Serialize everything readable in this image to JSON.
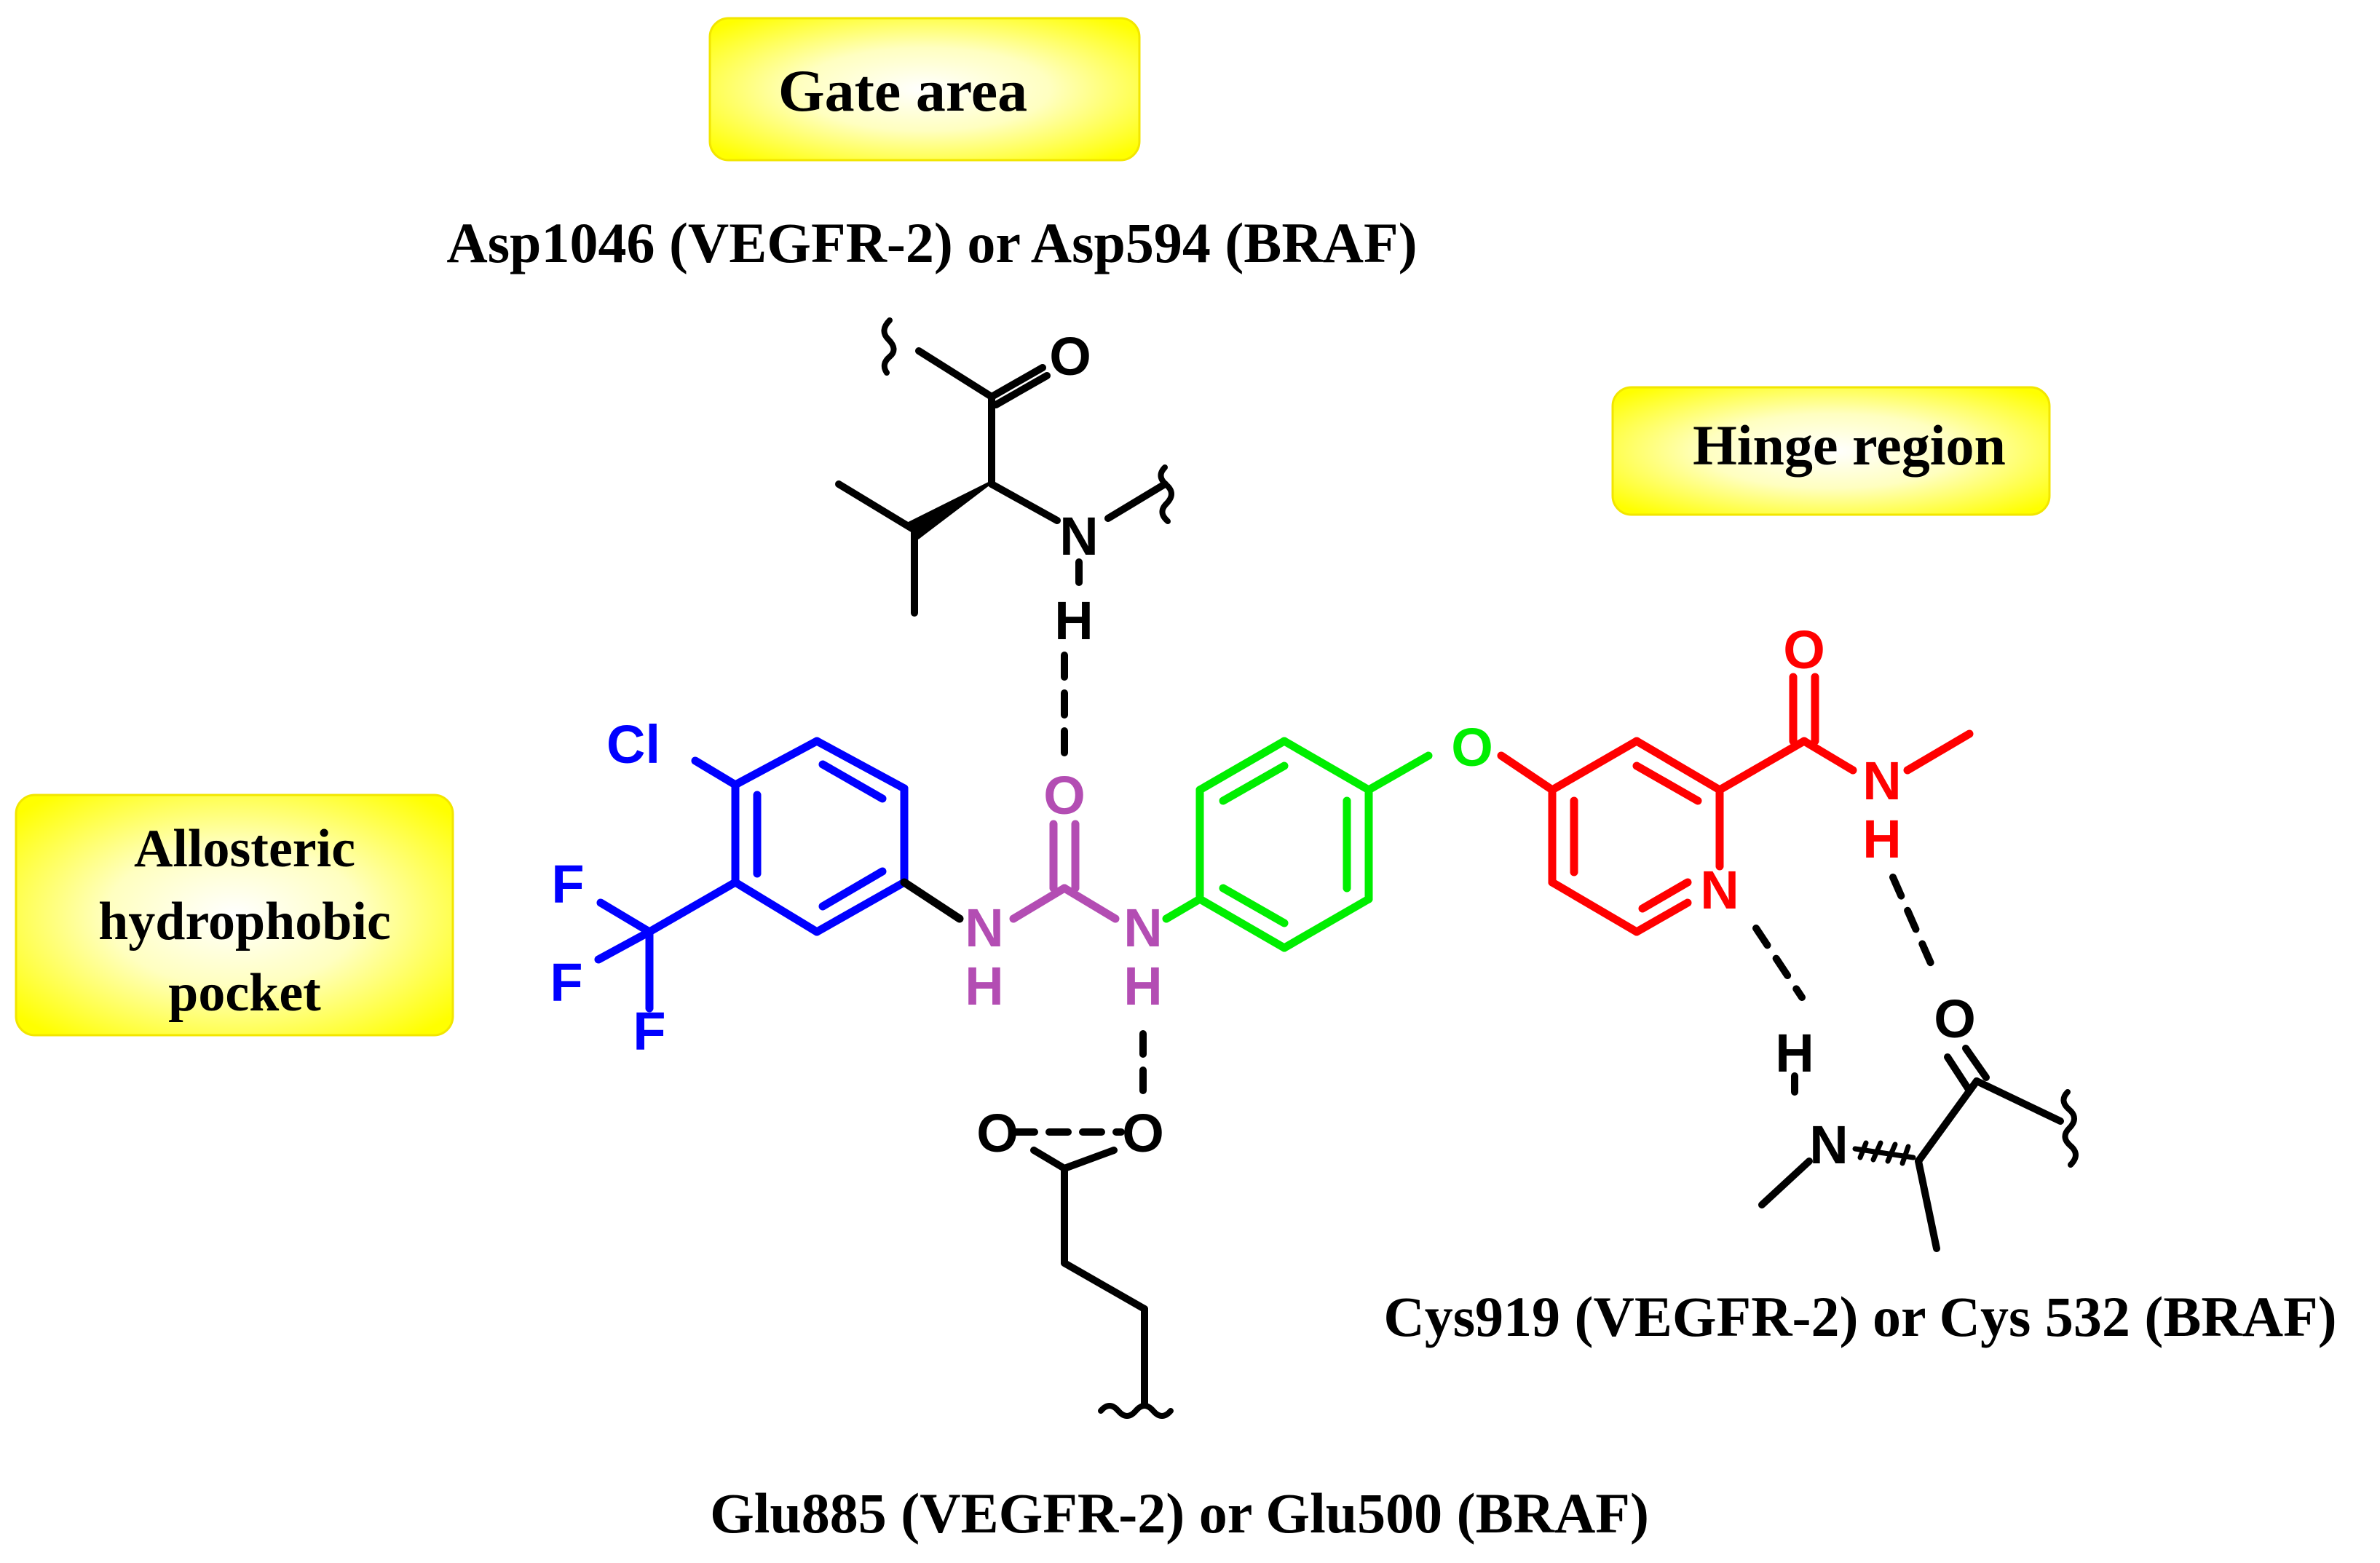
{
  "labels": {
    "gate_area": "Gate area",
    "hinge_region": "Hinge region",
    "allosteric_line1": "Allosteric",
    "allosteric_line2": "hydrophobic",
    "allosteric_line3": "pocket",
    "asp_residue": "Asp1046 (VEGFR-2) or Asp594 (BRAF)",
    "cys_residue": "Cys919 (VEGFR-2) or Cys 532 (BRAF)",
    "glu_residue": "Glu885 (VEGFR-2) or Glu500 (BRAF)"
  },
  "atoms": {
    "cl": "Cl",
    "f1": "F",
    "f2": "F",
    "f3": "F",
    "urea_o": "O",
    "urea_n1": "N",
    "urea_h1": "H",
    "urea_n2": "N",
    "urea_h2": "H",
    "ether_o": "O",
    "pyr_n": "N",
    "amide_o": "O",
    "amide_n": "N",
    "amide_h": "H",
    "asp_o": "O",
    "asp_n": "N",
    "asp_h": "H",
    "glu_o1": "O",
    "glu_o2": "O",
    "cys_o": "O",
    "cys_n": "N",
    "cys_h": "H"
  },
  "colors": {
    "aryl_chloro_cf3": "#0000FF",
    "urea": "#B34DB3",
    "phenyl": "#00EE00",
    "pyridine_carboxamide": "#FF0000",
    "protein_residues": "#000000",
    "label_box": "#FFFF00"
  }
}
